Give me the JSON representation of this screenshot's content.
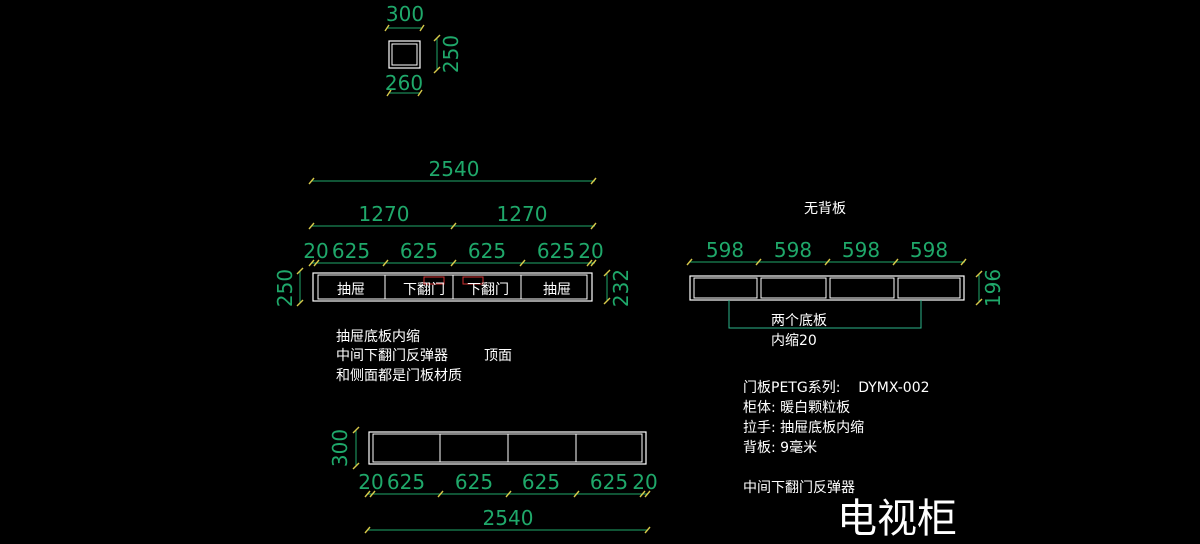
{
  "colors": {
    "background": "#000000",
    "dimension": "#1fa86a",
    "tick": "#d6c84a",
    "outline": "#ffffff",
    "mark": "#d03030",
    "bracket": "#2bb58a"
  },
  "small_box": {
    "top_width": "300",
    "height": "250",
    "bottom_width": "260"
  },
  "front": {
    "total": "2540",
    "half_left": "1270",
    "half_right": "1270",
    "seg": [
      "20",
      "625",
      "625",
      "625",
      "625",
      "20"
    ],
    "height_left": "250",
    "height_right": "232",
    "labels": [
      "抽屉",
      "下翻门",
      "下翻门",
      "抽屉"
    ]
  },
  "notes_left": {
    "line1": "抽屉底板内缩",
    "line2": "中间下翻门反弹器",
    "line2b": "顶面",
    "line3": "和侧面都是门板材质"
  },
  "back": {
    "title": "无背板",
    "seg": [
      "598",
      "598",
      "598",
      "598"
    ],
    "height": "196",
    "note1": "两个底板",
    "note2": "内缩20"
  },
  "bottom": {
    "height": "300",
    "seg": [
      "20",
      "625",
      "625",
      "625",
      "625",
      "20"
    ],
    "total": "2540"
  },
  "spec": {
    "line1": "门板PETG系列:    DYMX-002",
    "line2": "柜体: 暖白颗粒板",
    "line3": "拉手: 抽屉底板内缩",
    "line4": "背板: 9毫米",
    "line5": "中间下翻门反弹器"
  },
  "title": "电视柜"
}
